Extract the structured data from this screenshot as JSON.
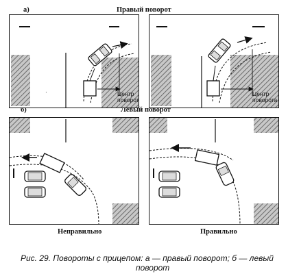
{
  "section_a": {
    "letter": "а)",
    "title": "Правый поворот"
  },
  "section_b": {
    "letter": "б)",
    "title": "Левый поворот"
  },
  "panels": {
    "a_left": {
      "center_label_1": "Центр",
      "center_label_2": "поворота"
    },
    "a_right": {
      "center_label_1": "Центр",
      "center_label_2": "поворота"
    }
  },
  "captions_bottom": {
    "wrong": "Неправильно",
    "right": "Правильно"
  },
  "figure_caption": {
    "line1": "Рис. 29. Повороты с прицепом: а — правый поворот; б — левый",
    "line2": "поворот"
  },
  "colors": {
    "ink": "#111111",
    "hatch": "#9a9a9a"
  }
}
